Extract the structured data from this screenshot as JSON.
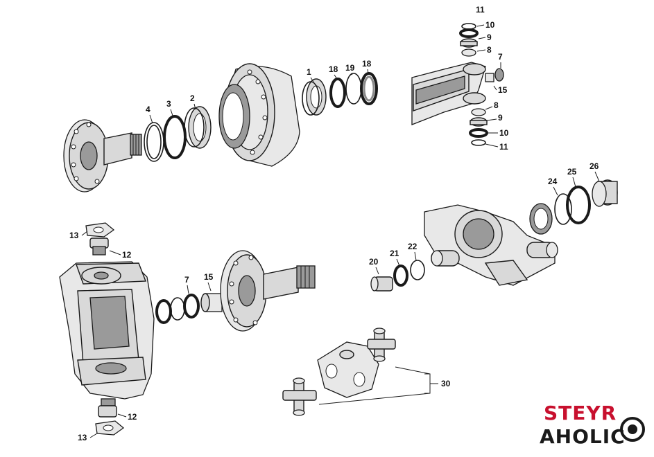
{
  "callouts": {
    "c1": "1",
    "c2": "2",
    "c3": "3",
    "c4": "4",
    "c7a": "7",
    "c7b": "7",
    "c8a": "8",
    "c8b": "8",
    "c9a": "9",
    "c9b": "9",
    "c10a": "10",
    "c10b": "10",
    "c11a": "11",
    "c11b": "11",
    "c12a": "12",
    "c12b": "12",
    "c13a": "13",
    "c13b": "13",
    "c15a": "15",
    "c15b": "15",
    "c18a": "18",
    "c18b": "18",
    "c19": "19",
    "c20": "20",
    "c21": "21",
    "c22": "22",
    "c24": "24",
    "c25": "25",
    "c26": "26",
    "c30": "30"
  },
  "logo": {
    "line1": "STEYR",
    "line2": "AHOLIC",
    "colors": {
      "line1": "#c8102e",
      "line2": "#1a1a1a"
    }
  }
}
